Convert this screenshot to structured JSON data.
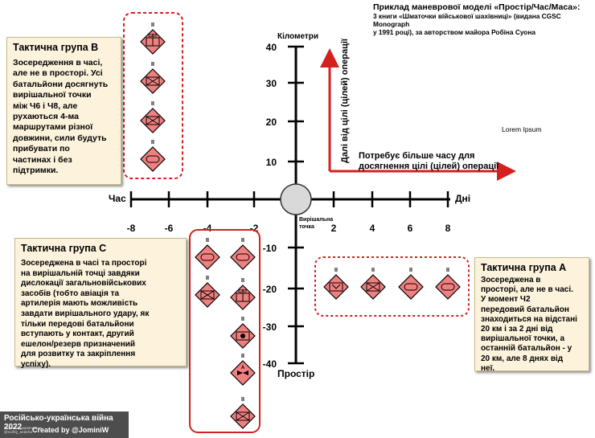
{
  "header": {
    "title": "Приклад маневрової моделі «Простір/Час/Маса»:",
    "subtitle": "3 книги «Шматочки військової шахівниці» (видана CGSC Monograph\nу 1991 році), за авторством майора Робіна Суона"
  },
  "lorem": "Lorem Ipsum",
  "axes": {
    "y_title": "Кілометри",
    "x_left_label": "Час",
    "x_right_label": "Дні",
    "y_bottom_label": "Простір",
    "center_label": "Вирішальна\nточка",
    "x_ticks": [
      "-8",
      "-6",
      "-4",
      "-2",
      "2",
      "4",
      "6",
      "8"
    ],
    "y_ticks": [
      "40",
      "30",
      "20",
      "10",
      "-10",
      "-20",
      "-30",
      "-40"
    ],
    "arrow_up_label": "Далі від цілі (цілей) операції",
    "arrow_right_label": "Потребує більше часу для\nдосягнення цілі (цілей) операції"
  },
  "groups": {
    "b": {
      "title": "Тактична група B",
      "text": "Зосередження в часі,\nале не в просторі. Усі\nбатальйони досягнуть\nвирішальної точки\nміж Ч6 і Ч8, але\nрухаються 4-ма\nмаршрутами різної\nдовжини, сили будуть\nприбувати по\nчастинах і без\nпідтримки."
    },
    "c": {
      "title": "Тактична група C",
      "text": "Зосереджена в часі та просторі\nна вирішальній точці завдяки\nдислокації загальновійськових\nзасобів (тобто авіація та\nартилерія мають можливість\nзавдати вирішального удару, як\nтільки передові батальйони\nвступають у контакт, другий\nешелон/резерв призначений\nдля розвитку та закріплення\nуспіху)."
    },
    "a": {
      "title": "Тактична група A",
      "text": "Зосереджена в\nпросторі, але не в часі.\nУ момент Ч2\nпередовий батальйон\nзнаходиться на відстані\n20 км і за 2 дні від\nвирішальної точки, а\nостанній батальйон - у\n20 км, але 8 днях від\nнеї."
    }
  },
  "units": {
    "b": [
      {
        "type": "cbt",
        "echelon": "II",
        "label": "CBT"
      },
      {
        "type": "infantry",
        "echelon": "II"
      },
      {
        "type": "infantry",
        "echelon": "II"
      },
      {
        "type": "armor",
        "echelon": "II"
      }
    ],
    "c_left": [
      {
        "type": "armor",
        "echelon": "II"
      },
      {
        "type": "infantry",
        "echelon": "II"
      }
    ],
    "c_right": [
      {
        "type": "armor",
        "echelon": "II"
      },
      {
        "type": "cbt",
        "echelon": "II",
        "label": "CBT"
      },
      {
        "type": "artillery",
        "echelon": "II"
      },
      {
        "type": "aviation",
        "echelon": "II",
        "label": "A"
      },
      {
        "type": "infantry",
        "echelon": "II"
      }
    ],
    "a": [
      {
        "type": "airborne",
        "echelon": "II"
      },
      {
        "type": "infantry",
        "echelon": "II"
      },
      {
        "type": "armor",
        "echelon": "II"
      },
      {
        "type": "armor",
        "echelon": "II"
      }
    ]
  },
  "credit": {
    "title": "Російсько-українська війна 2022",
    "small": "Переклад українською\n@northy_anterha",
    "by": "Created by @JominiW"
  },
  "colors": {
    "unit_fill": "#f08080",
    "group_border": "#d42020",
    "arrow": "#d42020",
    "box_bg": "#fdf3dc",
    "axis": "#000000"
  }
}
